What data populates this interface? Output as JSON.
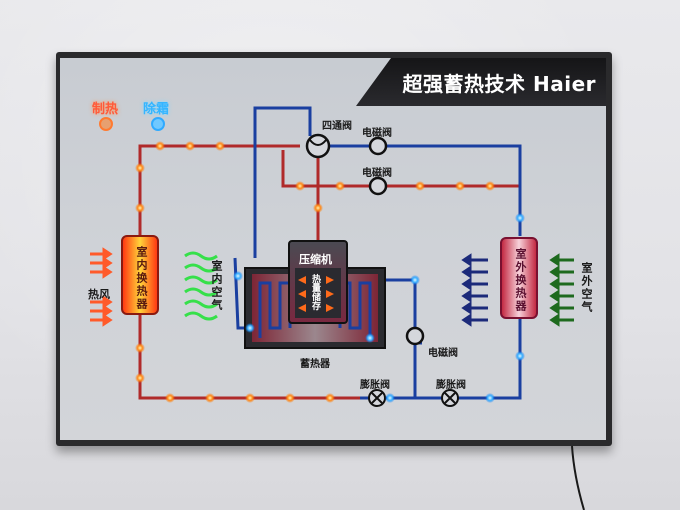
{
  "banner": {
    "title": "超强蓄热技术 Haier"
  },
  "modes": {
    "heating": "制热",
    "defrost": "除霜"
  },
  "components": {
    "four_way_valve": "四通阀",
    "solenoid_valve_1": "电磁阀",
    "solenoid_valve_2": "电磁阀",
    "solenoid_valve_3": "电磁阀",
    "compressor": "压缩机",
    "heat_storage_core": "热量储存",
    "heat_accumulator": "蓄热器",
    "expansion_valve_1": "膨胀阀",
    "expansion_valve_2": "膨胀阀",
    "indoor_exchanger": "室内换热器",
    "outdoor_exchanger": "室外换热器"
  },
  "airflow": {
    "hot_air": "热风",
    "indoor_air": "室内空气",
    "outdoor_air": "室外空气"
  },
  "colors": {
    "hot_pipe": "#b02a2a",
    "cold_pipe": "#1a3fa0",
    "led_hot": "#ff8a1a",
    "led_cold": "#3ab0ff",
    "heat_arrow": "#ff5a2a",
    "indoor_arrow": "#36e04a",
    "outdoor_arrow_blue": "#1c2a7a",
    "outdoor_arrow_green": "#1e6a1e"
  }
}
